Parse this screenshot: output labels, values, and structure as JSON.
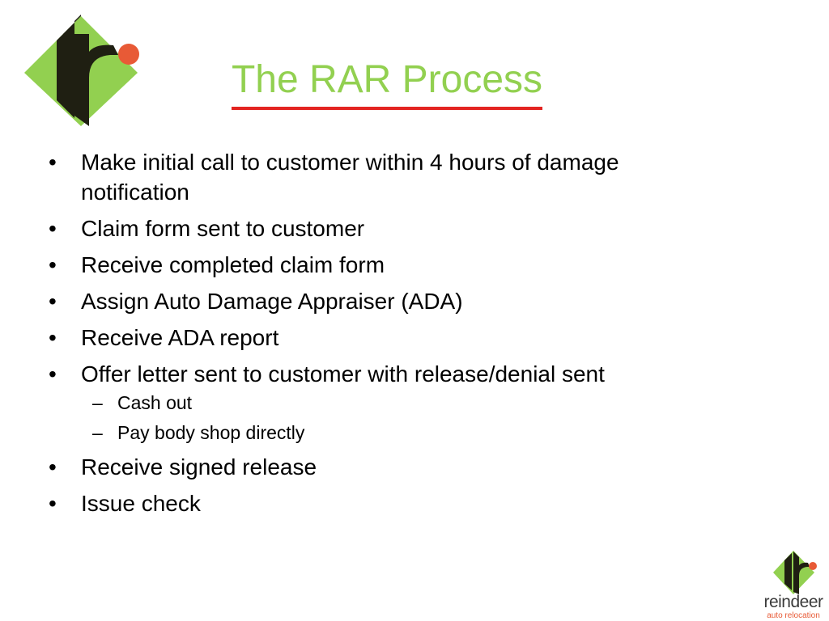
{
  "slide": {
    "title": "The RAR Process",
    "bullets": [
      "Make initial call to customer within 4 hours of damage notification",
      "Claim form sent to customer",
      "Receive completed claim form",
      "Assign Auto Damage Appraiser (ADA)",
      "Receive ADA report",
      "Offer letter sent to customer with release/denial sent",
      "Receive signed release",
      "Issue check"
    ],
    "sub_bullets": [
      "Cash out",
      "Pay body shop directly"
    ]
  },
  "branding": {
    "name": "reindeer",
    "tagline": "auto relocation"
  },
  "colors": {
    "title": "#92d050",
    "title_underline": "#e32421",
    "logo_green": "#92d050",
    "logo_dark": "#1f1f12",
    "logo_orange": "#e85a36",
    "body_text": "#000000"
  },
  "icons": {
    "logo": "reindeer-r-diamond-logo"
  }
}
